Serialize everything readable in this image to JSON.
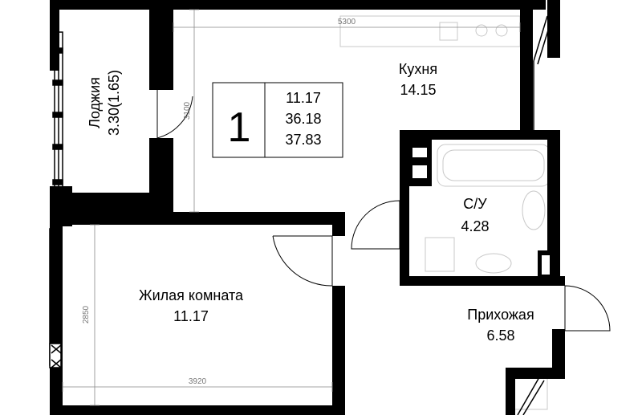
{
  "apartment": {
    "rooms_count": "1",
    "living_area": "11.17",
    "total_area": "36.18",
    "total_area_with_loggia": "37.83"
  },
  "rooms": {
    "loggia": {
      "name": "Лоджия",
      "area": "3.30(1.65)"
    },
    "kitchen": {
      "name": "Кухня",
      "area": "14.15"
    },
    "bathroom": {
      "name": "С/У",
      "area": "4.28"
    },
    "living": {
      "name": "Жилая комната",
      "area": "11.17"
    },
    "hallway": {
      "name": "Прихожая",
      "area": "6.58"
    }
  },
  "dimensions": {
    "kitchen_width": "5300",
    "kitchen_depth": "3100",
    "living_width": "3920",
    "living_depth": "2850"
  },
  "colors": {
    "wall": "#000000",
    "fixture": "#bdbdbd",
    "dimension": "#777777"
  }
}
